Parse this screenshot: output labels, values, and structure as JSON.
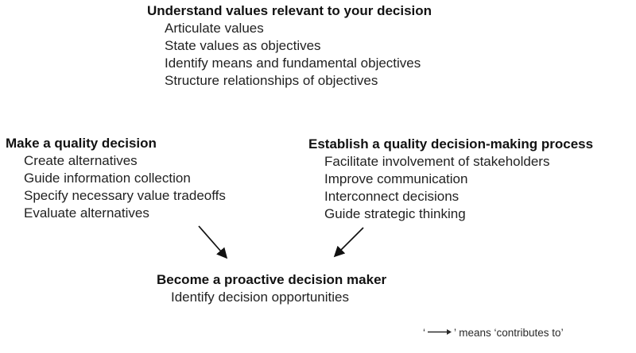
{
  "page": {
    "background": "#ffffff",
    "text_color": "#222222",
    "heading_color": "#121212",
    "arrow_color": "#111111"
  },
  "diagram": {
    "top_block": {
      "title": "Understand values relevant to your decision",
      "items": [
        "Articulate values",
        "State values as objectives",
        "Identify means and fundamental objectives",
        "Structure relationships of objectives"
      ]
    },
    "left_block": {
      "title": "Make a quality decision",
      "items": [
        "Create alternatives",
        "Guide information collection",
        "Specify necessary value tradeoffs",
        "Evaluate alternatives"
      ]
    },
    "right_block": {
      "title": "Establish a quality decision-making process",
      "items": [
        "Facilitate involvement of stakeholders",
        "Improve communication",
        "Interconnect decisions",
        "Guide strategic thinking"
      ]
    },
    "bottom_block": {
      "title": "Become a proactive decision maker",
      "items": [
        "Identify decision opportunities"
      ]
    },
    "arrows": [
      {
        "from": "make-a-quality-decision",
        "to": "become-a-proactive-decision-maker",
        "meaning": "contributes to"
      },
      {
        "from": "establish-a-quality-decision-making-process",
        "to": "become-a-proactive-decision-maker",
        "meaning": "contributes to"
      }
    ],
    "legend": {
      "prefix": "‘",
      "arrow_icon": "right-arrow",
      "suffix": "’ means ‘contributes to’"
    }
  }
}
